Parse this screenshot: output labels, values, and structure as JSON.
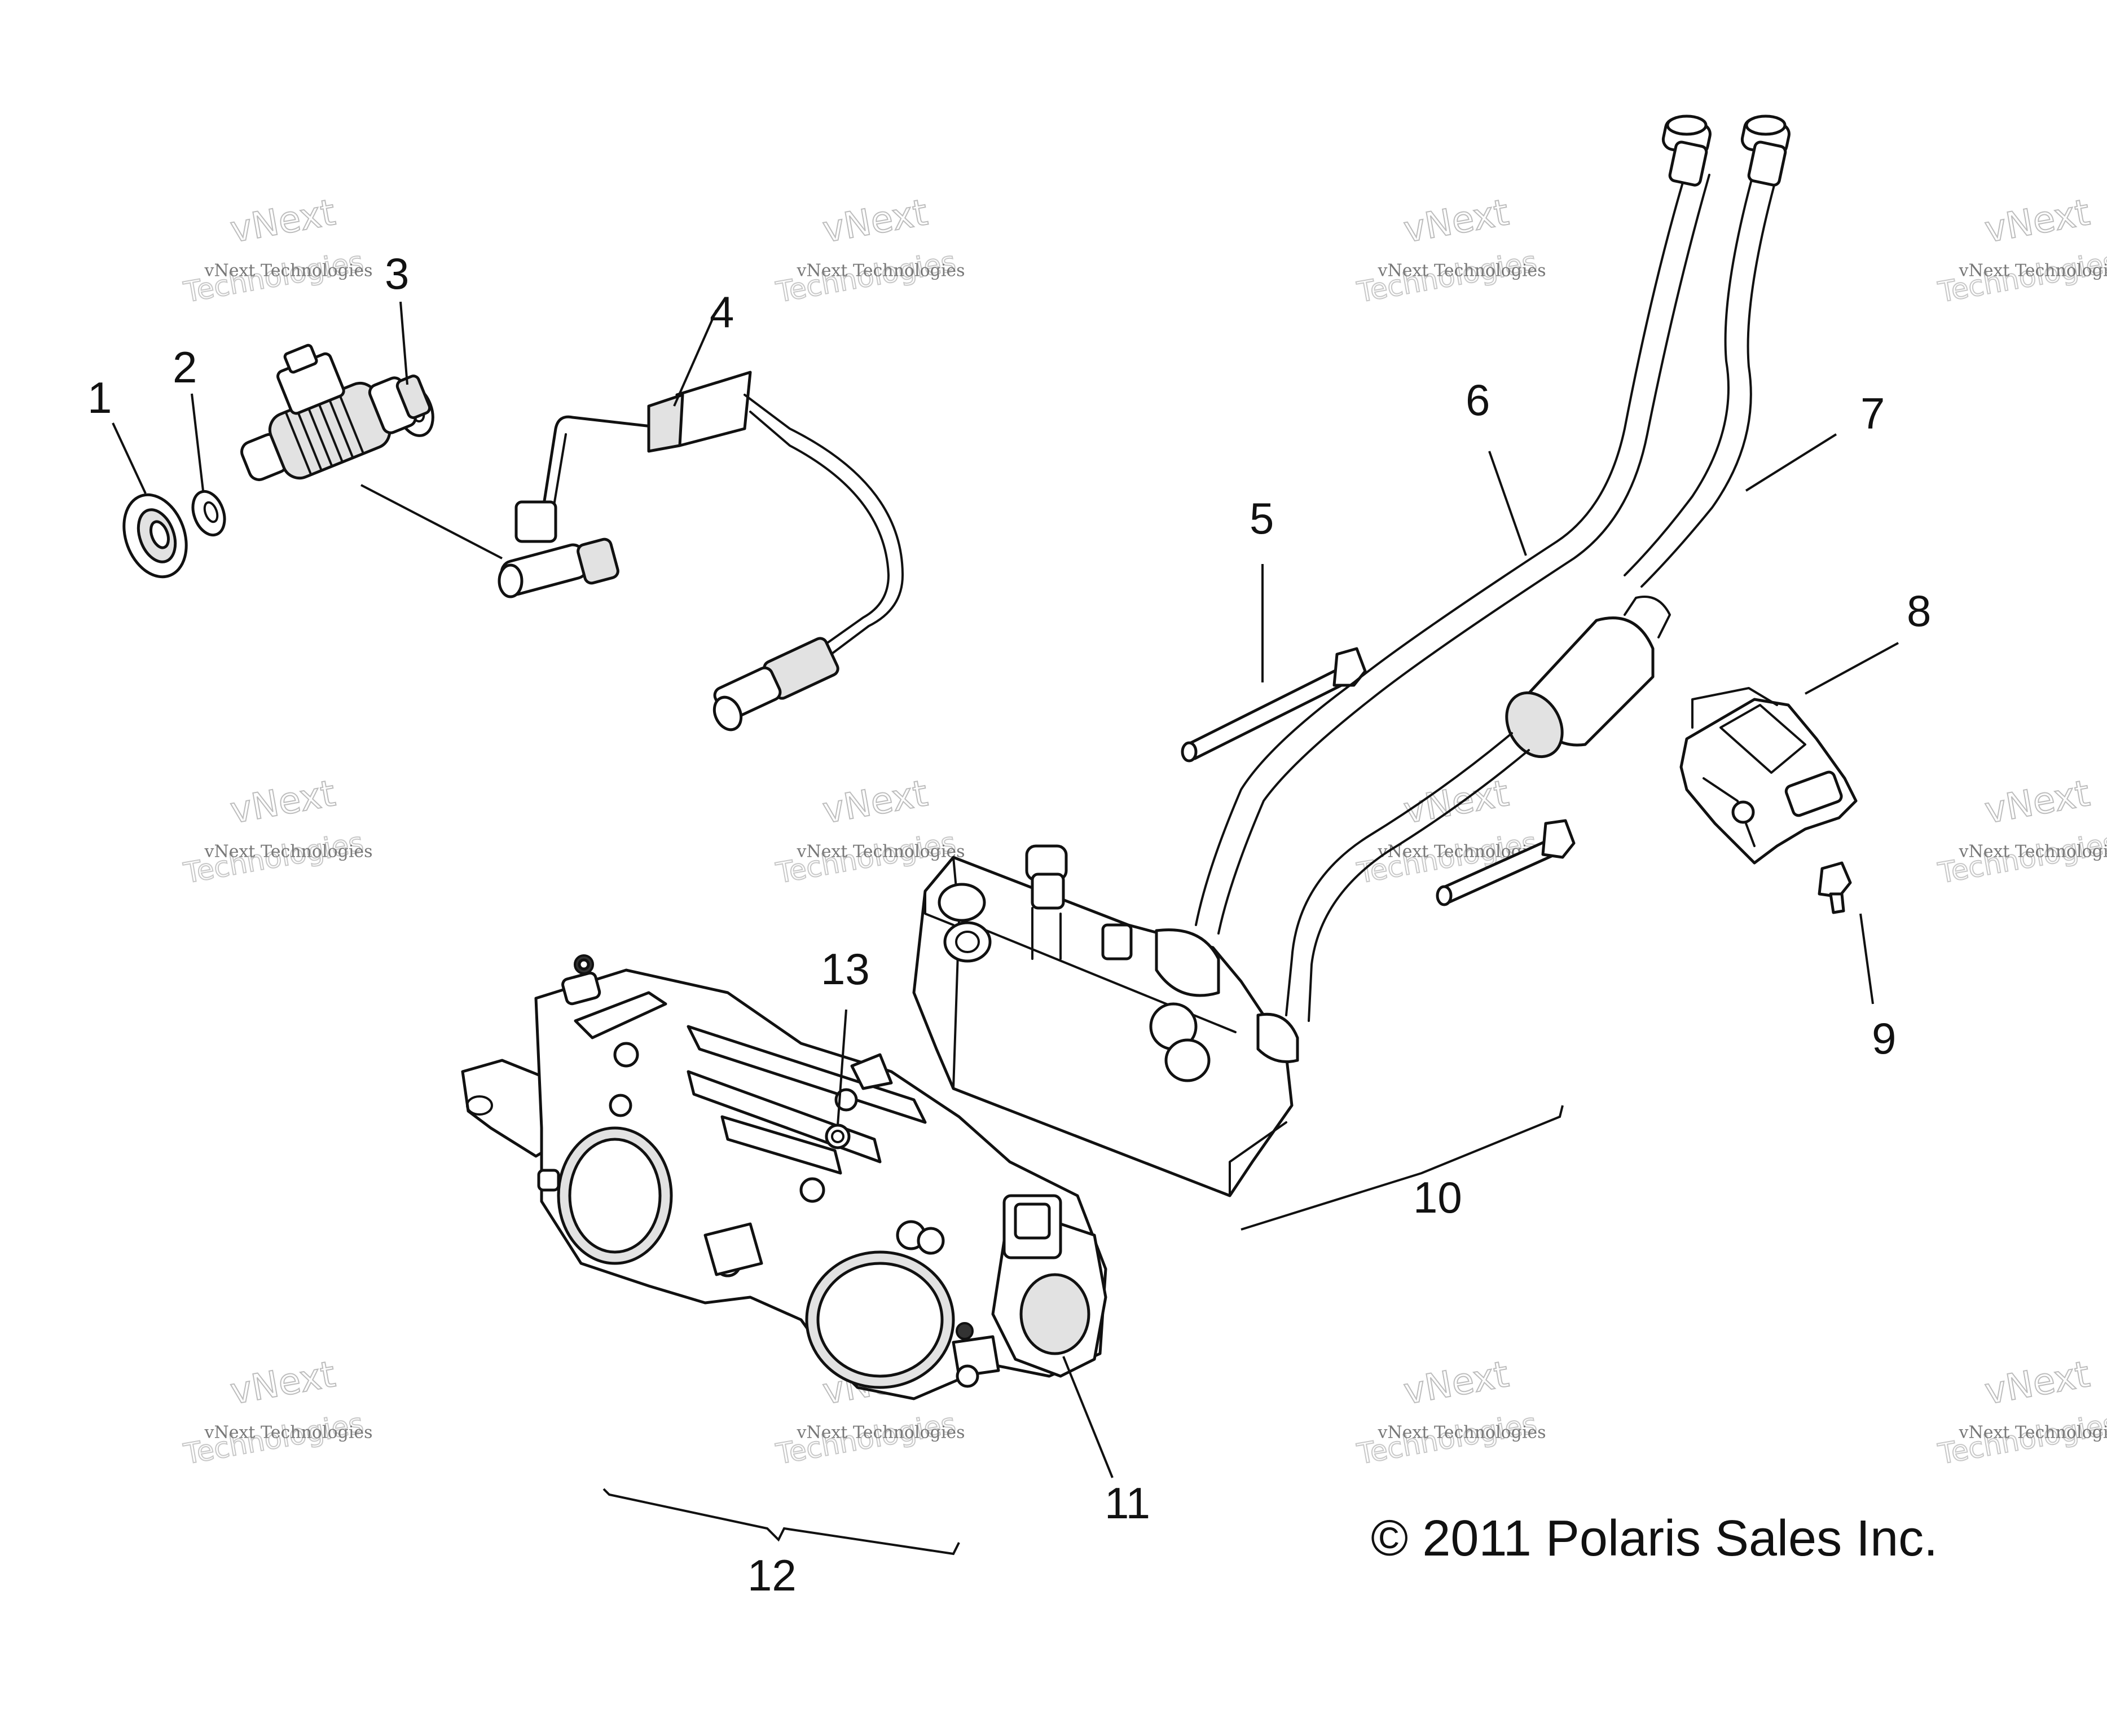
{
  "diagram": {
    "callouts": [
      {
        "id": "1",
        "label": "1"
      },
      {
        "id": "2",
        "label": "2"
      },
      {
        "id": "3",
        "label": "3"
      },
      {
        "id": "4",
        "label": "4"
      },
      {
        "id": "5",
        "label": "5"
      },
      {
        "id": "6",
        "label": "6"
      },
      {
        "id": "7",
        "label": "7"
      },
      {
        "id": "8",
        "label": "8"
      },
      {
        "id": "9",
        "label": "9"
      },
      {
        "id": "10",
        "label": "10"
      },
      {
        "id": "11",
        "label": "11"
      },
      {
        "id": "12",
        "label": "12"
      },
      {
        "id": "13",
        "label": "13"
      }
    ],
    "copyright": "© 2011 Polaris Sales Inc.",
    "watermark": {
      "line1": "vNext Technologies",
      "line2": "vNext",
      "line3": "Technologies"
    }
  }
}
